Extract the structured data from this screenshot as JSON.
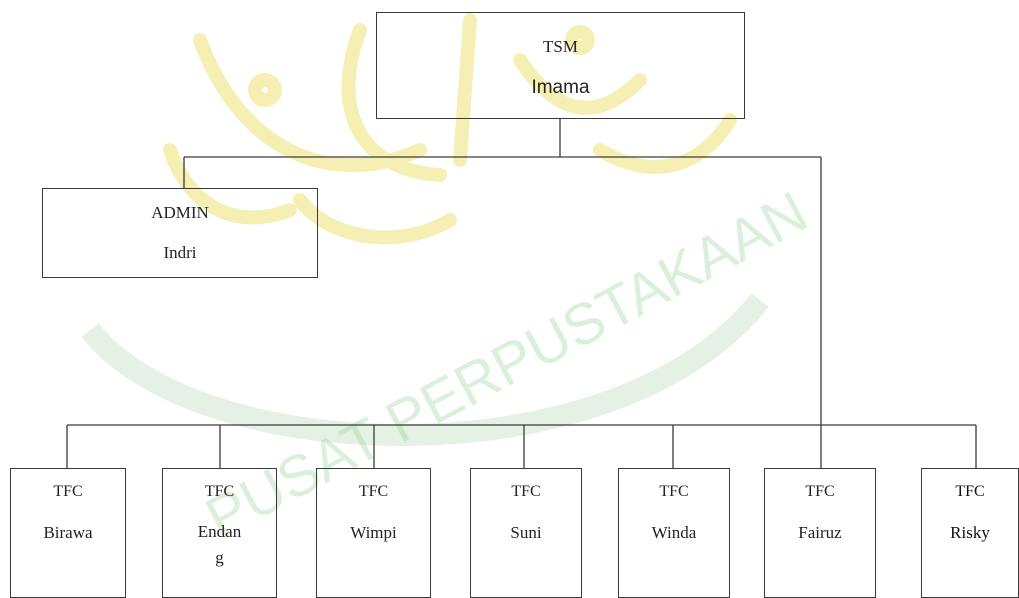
{
  "watermark": {
    "text": "PUSAT PERPUSTAKAAN",
    "color": "#8fd08f",
    "emblem_color": "#f3ea9a"
  },
  "chart": {
    "tsm": {
      "role": "TSM",
      "name": "Imama"
    },
    "admin": {
      "role": "ADMIN",
      "name": "Indri"
    },
    "tfc": [
      {
        "role": "TFC",
        "name": "Birawa"
      },
      {
        "role": "TFC",
        "name": "Endang"
      },
      {
        "role": "TFC",
        "name": "Wimpi"
      },
      {
        "role": "TFC",
        "name": "Suni"
      },
      {
        "role": "TFC",
        "name": "Winda"
      },
      {
        "role": "TFC",
        "name": "Fairuz"
      },
      {
        "role": "TFC",
        "name": "Risky"
      }
    ]
  },
  "colors": {
    "line": "#3a3a3a"
  }
}
